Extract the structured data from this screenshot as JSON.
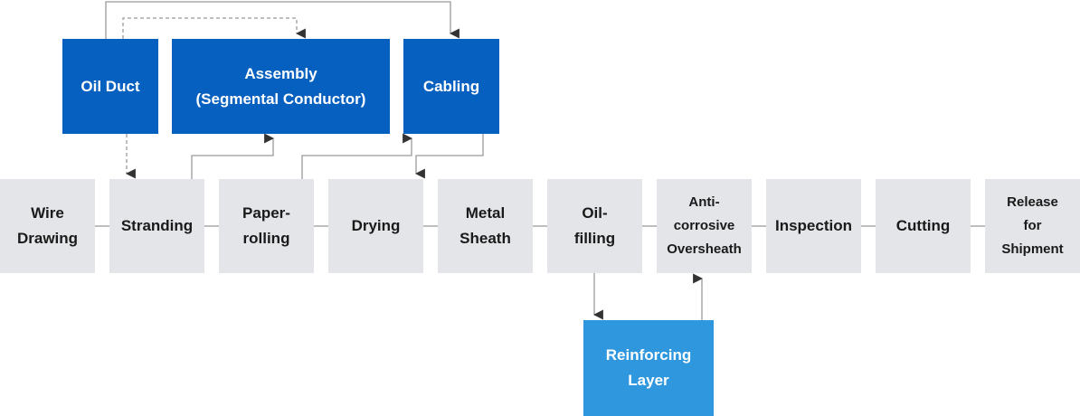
{
  "steps": {
    "wire_drawing": "Wire\nDrawing",
    "stranding": "Stranding",
    "paper_rolling": "Paper-\nrolling",
    "drying": "Drying",
    "metal_sheath": "Metal\nSheath",
    "oil_filling": "Oil-\nfilling",
    "anti_corrosive": "Anti-\ncorrosive\nOversheath",
    "inspection": "Inspection",
    "cutting": "Cutting",
    "release": "Release\nfor\nShipment"
  },
  "branches": {
    "oil_duct": "Oil Duct",
    "assembly": "Assembly\n(Segmental Conductor)",
    "cabling": "Cabling",
    "reinforcing": "Reinforcing\nLayer"
  },
  "colors": {
    "main_box": "#e3e5e8",
    "branch_box": "#0660bf",
    "reinforcing_box": "#2e97de",
    "connector": "#9a9a9a",
    "arrow": "#333333"
  }
}
